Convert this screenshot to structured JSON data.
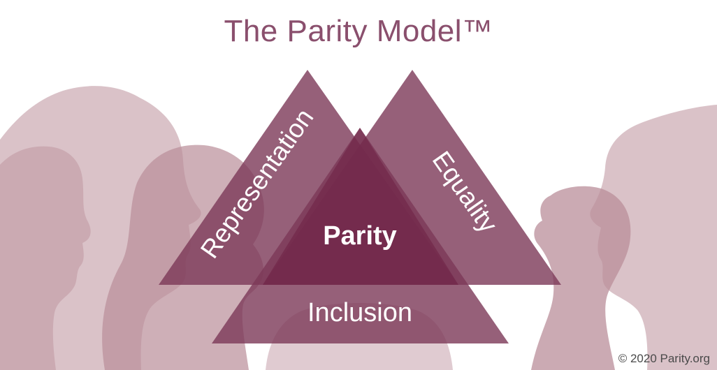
{
  "title": "The Parity Model™",
  "diagram": {
    "labels": {
      "representation": "Representation",
      "equality": "Equality",
      "parity": "Parity",
      "inclusion": "Inclusion"
    }
  },
  "footer": {
    "copyright": "© 2020 Parity.org"
  },
  "colors": {
    "silhouette": "#c6a1ab",
    "triangle": "#7c3858",
    "center": "#6e1f44",
    "title": "#8a4f6d",
    "label": "#ffffff",
    "footer": "#4a4a4a"
  }
}
